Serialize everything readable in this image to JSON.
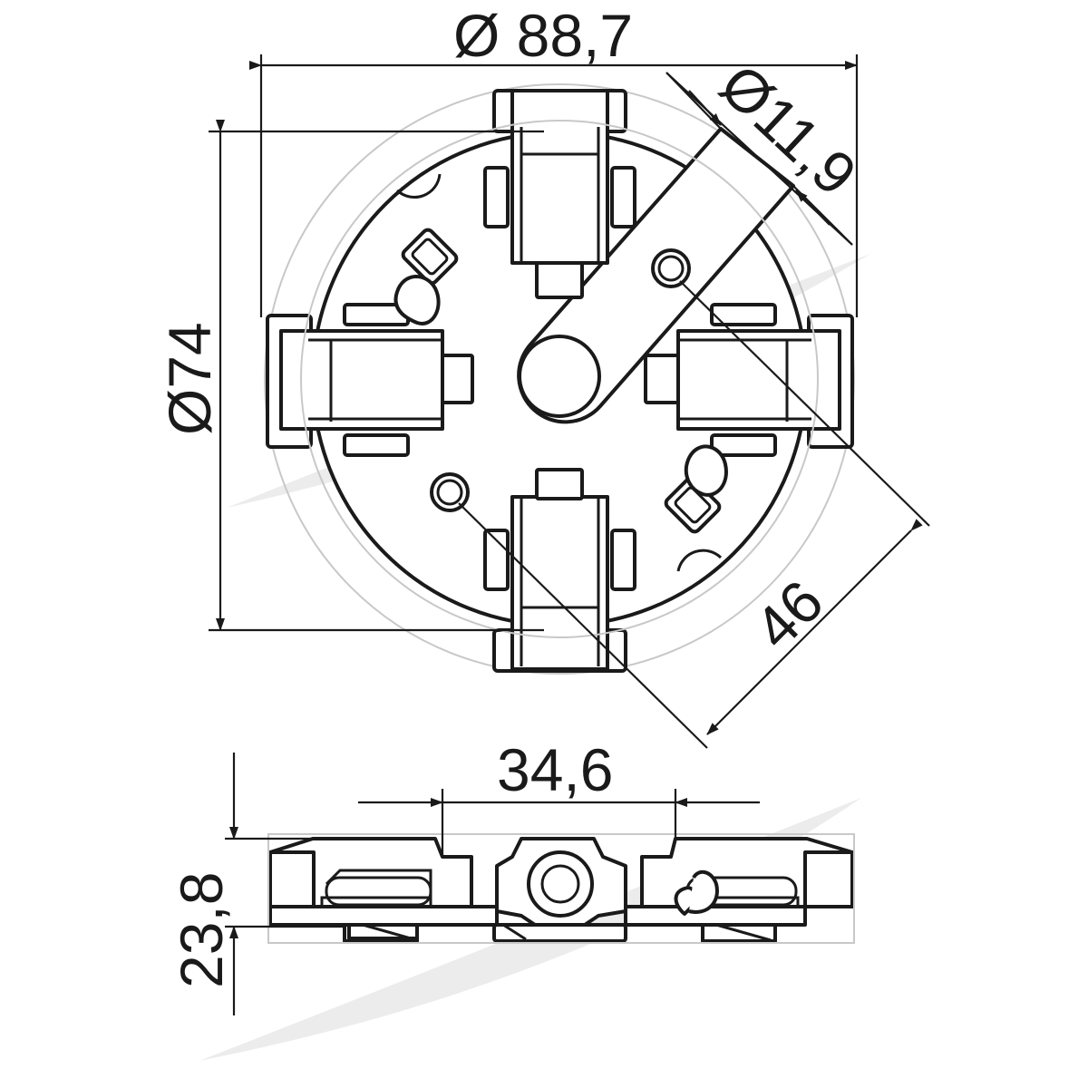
{
  "dimensions": {
    "outer_diameter": "Ø 88,7",
    "slot_diameter": "Ø11,9",
    "body_diameter": "Ø74",
    "hole_spacing": "46",
    "width": "34,6",
    "height": "23,8"
  },
  "colors": {
    "line": "#1a1a1a",
    "ghost": "#c8c8c8",
    "watermark": "#ececec"
  },
  "icons": {
    "dimension-arrow": "filled-triangle"
  }
}
